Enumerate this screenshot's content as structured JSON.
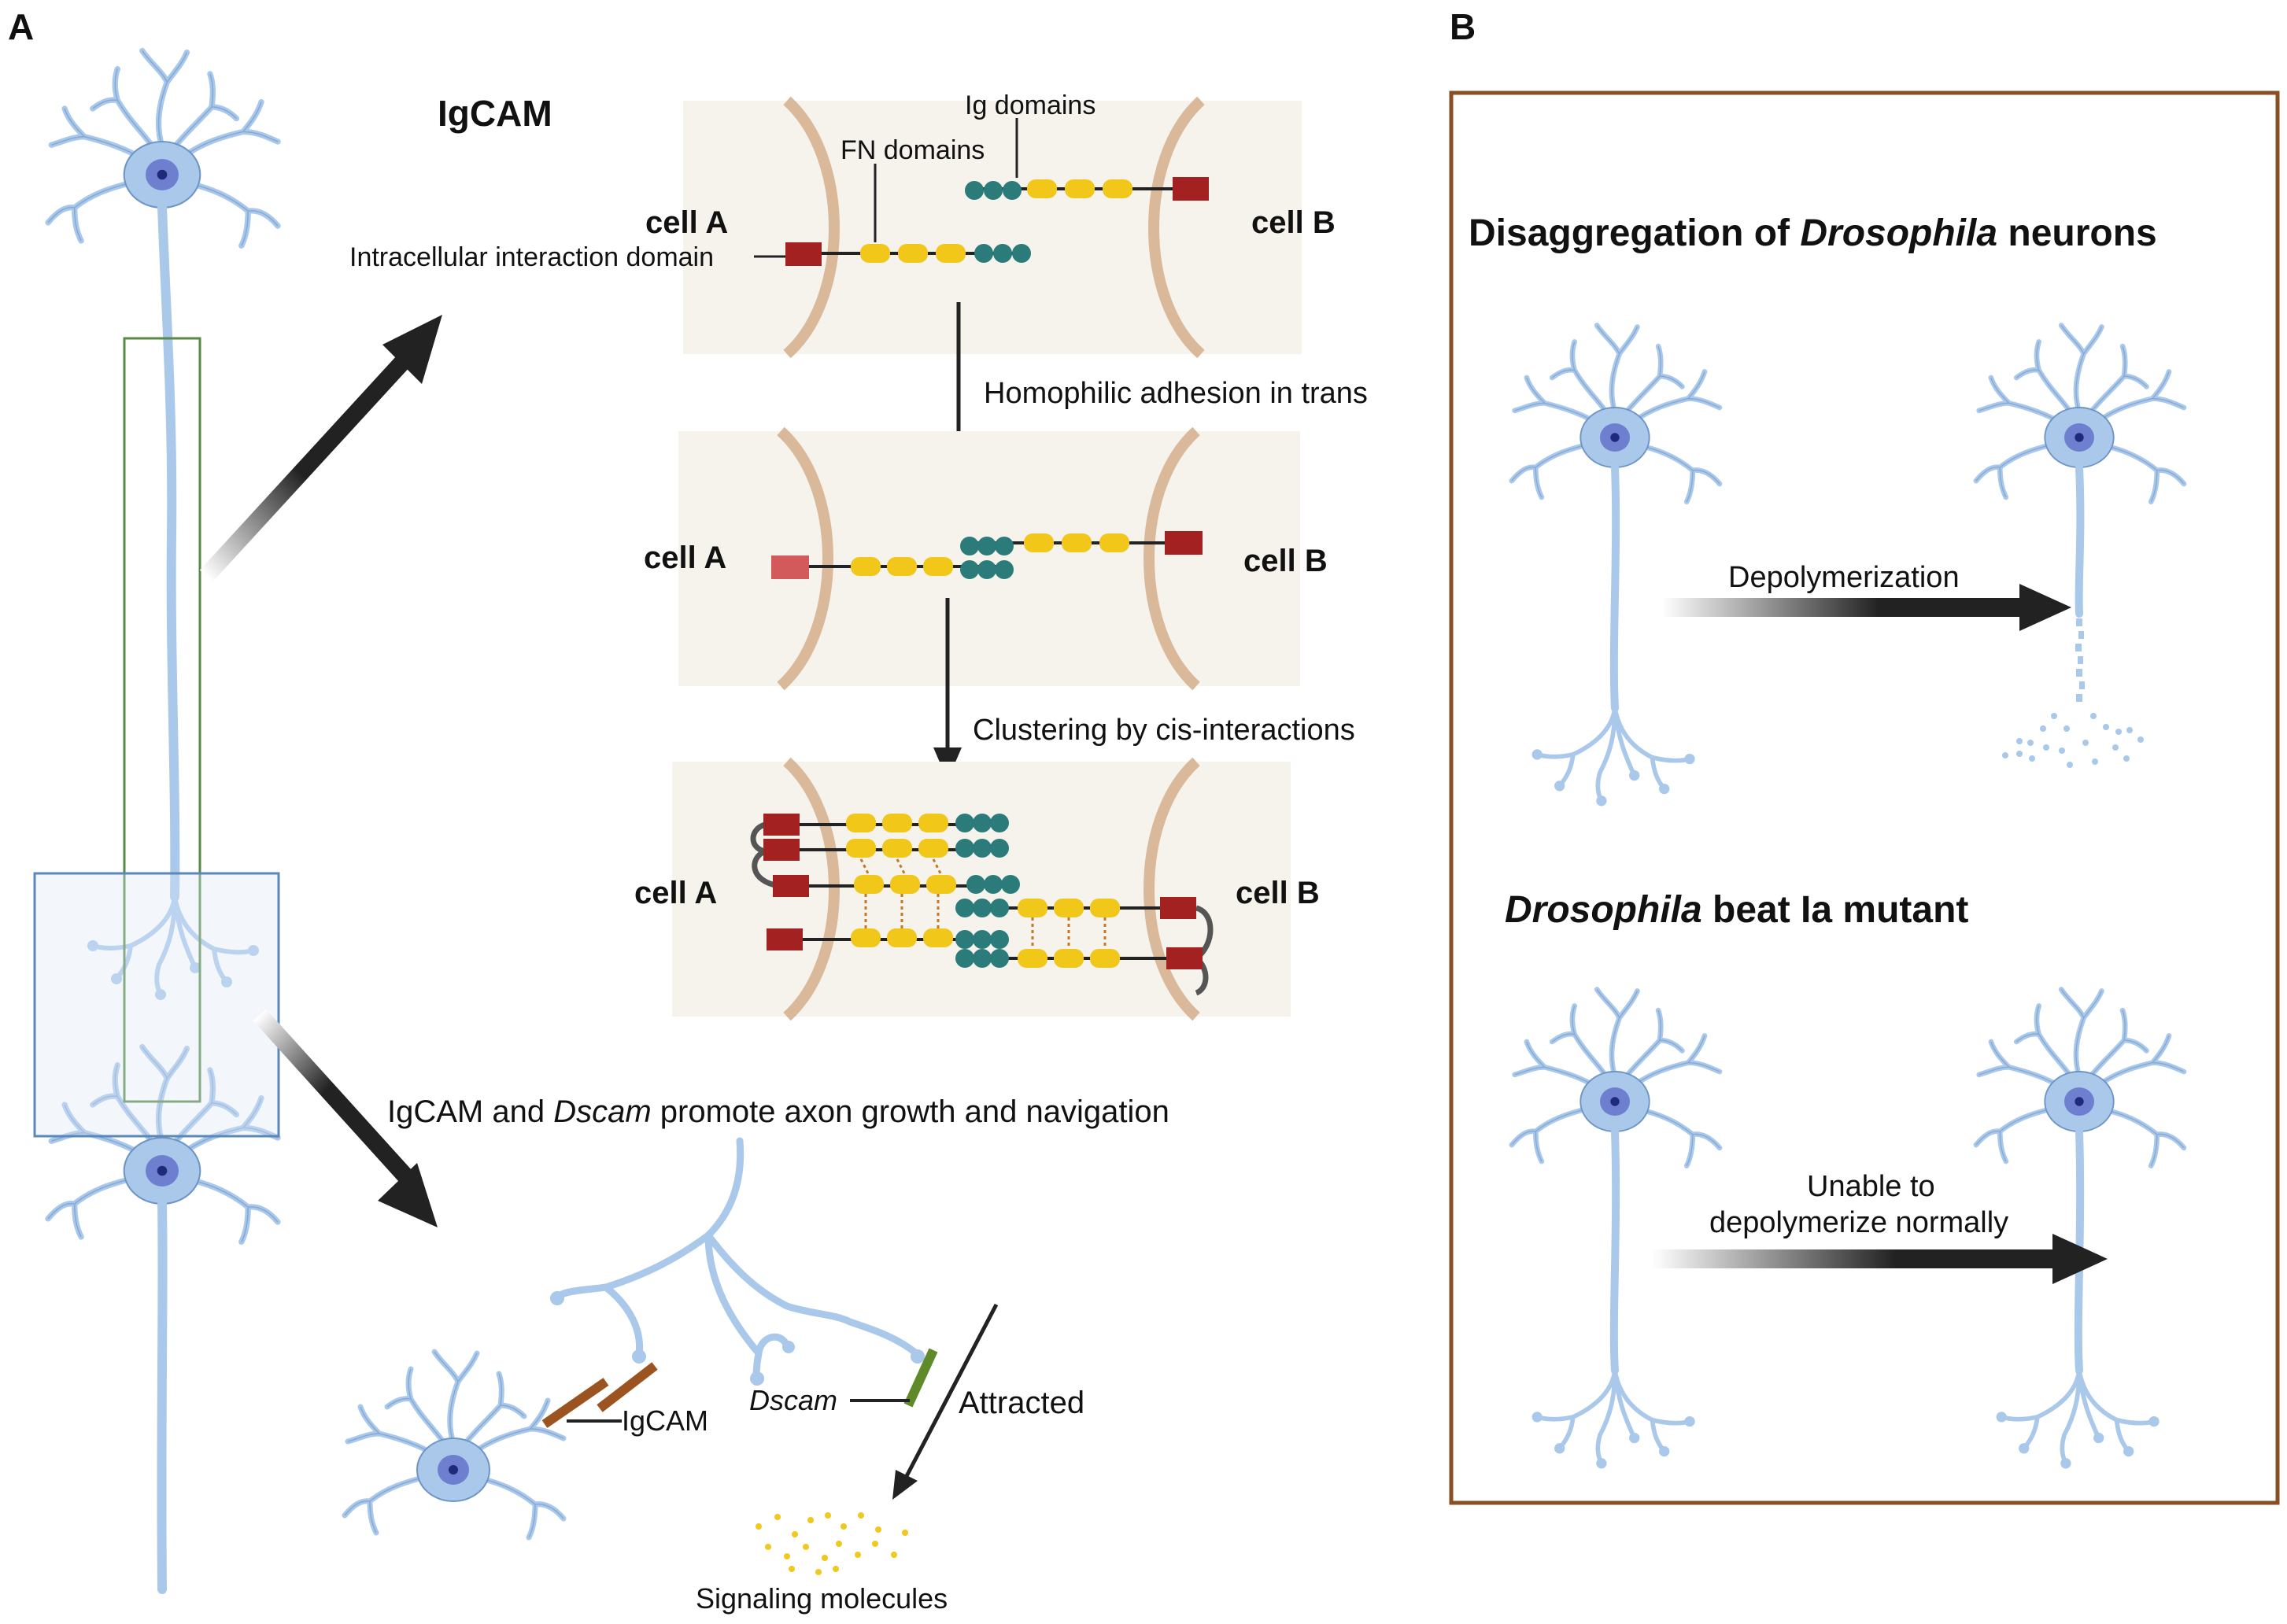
{
  "panels": {
    "a_label": "A",
    "b_label": "B"
  },
  "igcam": {
    "title": "IgCAM",
    "ig_domains": "Ig domains",
    "fn_domains": "FN domains",
    "intracellular": "Intracellular interaction domain",
    "cell_a": "cell A",
    "cell_b": "cell B",
    "step1": "Homophilic adhesion in trans",
    "step2": "Clustering by cis-interactions"
  },
  "axon": {
    "heading_prefix": "IgCAM and ",
    "heading_italic": "Dscam",
    "heading_suffix": " promote axon growth and navigation",
    "igcam_label": "IgCAM",
    "dscam_label": "Dscam",
    "attracted": "Attracted",
    "signaling": "Signaling molecules"
  },
  "panel_b": {
    "title_prefix": "Disaggregation of ",
    "title_italic": "Drosophila",
    "title_suffix": " neurons",
    "depolymerization": "Depolymerization",
    "mutant_italic": "Drosophila",
    "mutant_suffix": " beat Ia mutant",
    "unable_line1": "Unable to",
    "unable_line2": "depolymerize normally"
  },
  "colors": {
    "neuron": "#a9c8ea",
    "neuron_stroke": "#6f95c8",
    "nucleus": "#6f7fd0",
    "fn_domain": "#f1c81a",
    "ig_domain": "#2b7b7b",
    "intracellular": "#a32121",
    "membrane": "#d9b99a",
    "cell_bg": "#f6f2ec",
    "panel_b_border": "#8a4e24",
    "igcam_rod": "#9b5420",
    "dscam_rod": "#5e8a2a",
    "signal_dots": "#f0c820"
  }
}
